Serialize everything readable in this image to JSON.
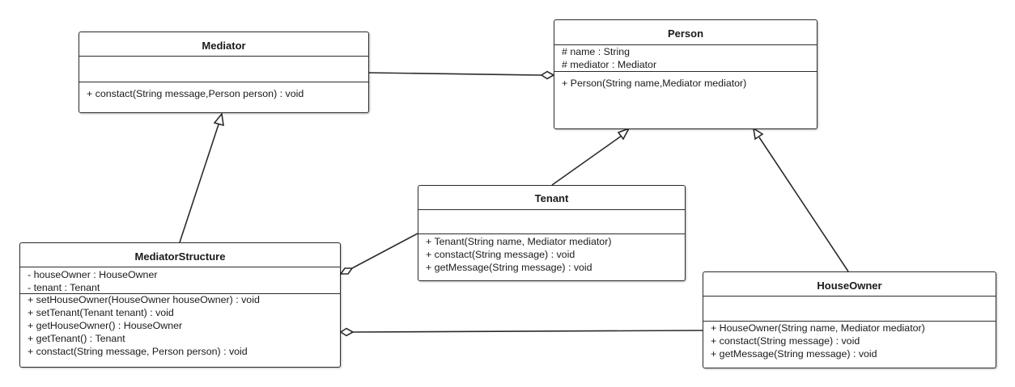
{
  "classes": {
    "mediator": {
      "name": "Mediator",
      "attributes": [],
      "methods": [
        "+ constact(String message,Person person) : void"
      ]
    },
    "person": {
      "name": "Person",
      "attributes": [
        "# name : String",
        "# mediator : Mediator"
      ],
      "methods": [
        "+ Person(String name,Mediator mediator)"
      ]
    },
    "tenant": {
      "name": "Tenant",
      "attributes": [],
      "methods": [
        "+ Tenant(String name, Mediator mediator)",
        "+ constact(String message) : void",
        "+ getMessage(String message) : void"
      ]
    },
    "mediator_structure": {
      "name": "MediatorStructure",
      "attributes": [
        "- houseOwner : HouseOwner",
        "- tenant : Tenant"
      ],
      "methods": [
        "+ setHouseOwner(HouseOwner houseOwner) : void",
        "+ setTenant(Tenant tenant) : void",
        "+ getHouseOwner() : HouseOwner",
        "+ getTenant() : Tenant",
        "+ constact(String message, Person person) : void"
      ]
    },
    "house_owner": {
      "name": "HouseOwner",
      "attributes": [],
      "methods": [
        "+ HouseOwner(String name, Mediator mediator)",
        "+ constact(String message) : void",
        "+ getMessage(String message) : void"
      ]
    }
  },
  "relationships": [
    {
      "type": "aggregation",
      "from": "Mediator",
      "to": "Person"
    },
    {
      "type": "generalization",
      "from": "MediatorStructure",
      "to": "Mediator"
    },
    {
      "type": "generalization",
      "from": "Tenant",
      "to": "Person"
    },
    {
      "type": "generalization",
      "from": "HouseOwner",
      "to": "Person"
    },
    {
      "type": "aggregation",
      "from": "Tenant",
      "to": "MediatorStructure"
    },
    {
      "type": "aggregation",
      "from": "HouseOwner",
      "to": "MediatorStructure"
    }
  ]
}
